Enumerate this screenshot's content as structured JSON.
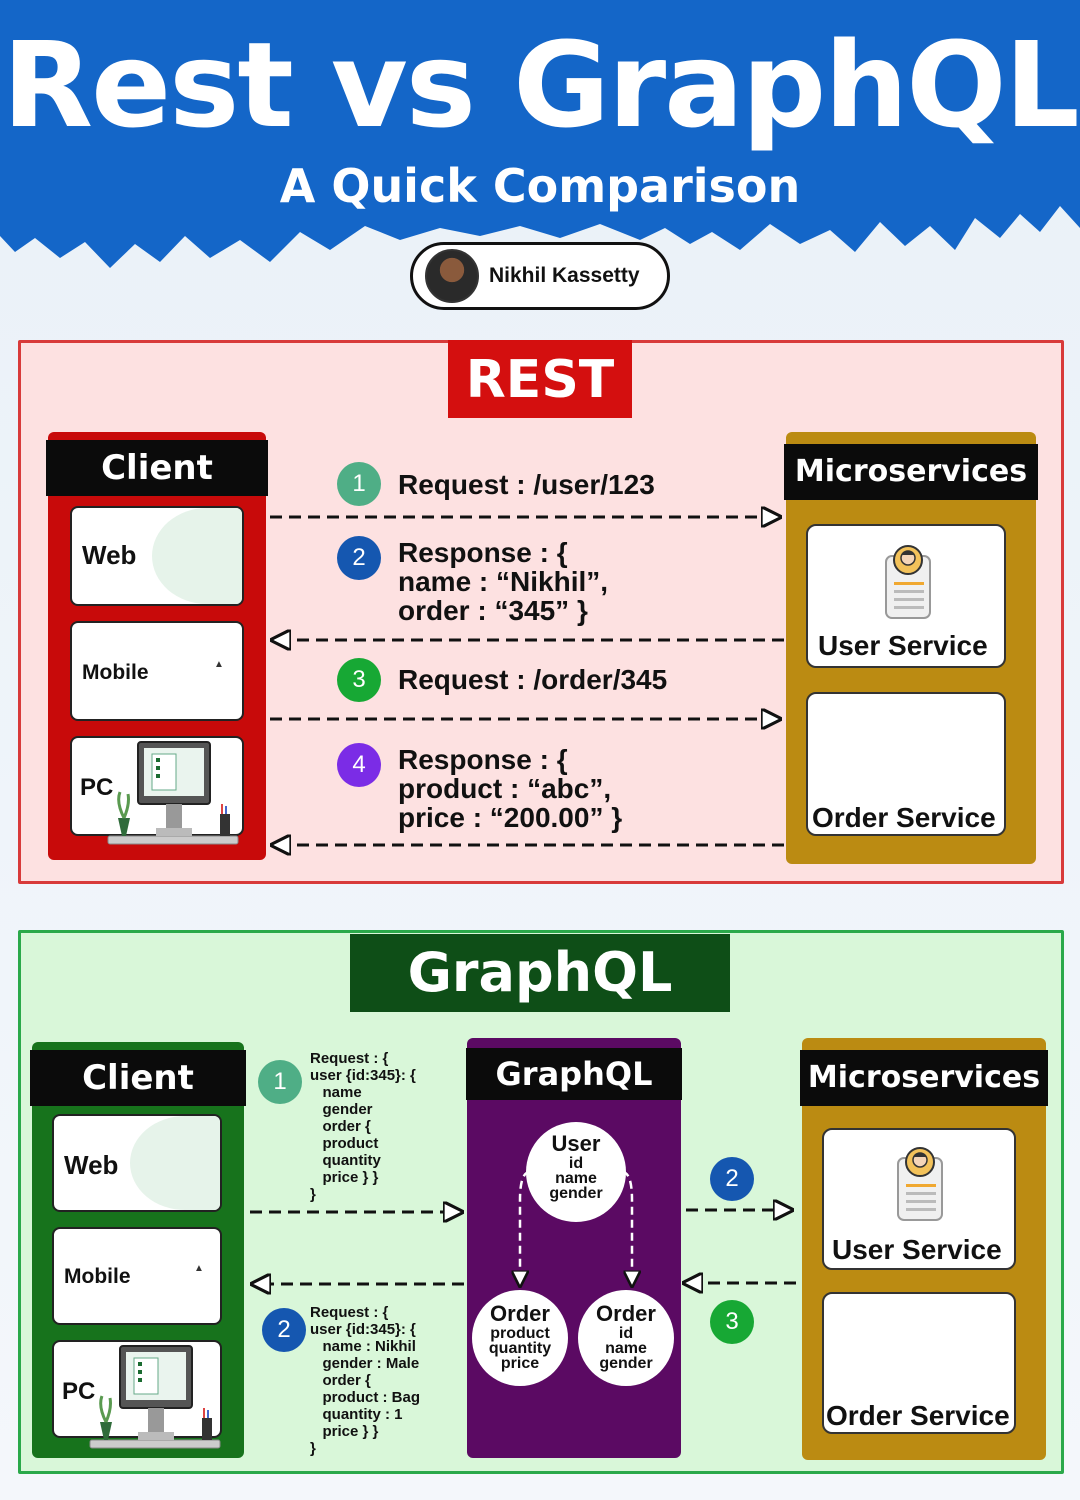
{
  "header": {
    "title": "Rest vs GraphQL",
    "subtitle": "A Quick Comparison",
    "author": "Nikhil Kassetty"
  },
  "colors": {
    "header_blue": "#1466c8",
    "rest_red": "#d40f0f",
    "graphql_green": "#0e4e17",
    "graphql_purple": "#5b0a63",
    "microservices_gold": "#bb8b12",
    "step1": "#4fae86",
    "step2": "#1557b0",
    "step3": "#17a834",
    "step4": "#7b2ce6"
  },
  "rest": {
    "title": "REST",
    "client": {
      "header": "Client",
      "devices": [
        "Web",
        "Mobile",
        "PC"
      ]
    },
    "microservices": {
      "header": "Microservices",
      "services": [
        "User Service",
        "Order Service"
      ]
    },
    "steps": [
      {
        "num": "1",
        "text": "Request : /user/123"
      },
      {
        "num": "2",
        "text": "Response : {\nname : “Nikhil”,\norder : “345” }"
      },
      {
        "num": "3",
        "text": "Request : /order/345"
      },
      {
        "num": "4",
        "text": "Response : {\nproduct : “abc”,\nprice : “200.00” }"
      }
    ]
  },
  "graphql": {
    "title": "GraphQL",
    "client": {
      "header": "Client",
      "devices": [
        "Web",
        "Mobile",
        "PC"
      ]
    },
    "middle": {
      "header": "GraphQL",
      "nodes": [
        {
          "title": "User",
          "fields": "id\nname\ngender"
        },
        {
          "title": "Order",
          "fields": "product\nquantity\nprice"
        },
        {
          "title": "Order",
          "fields": "id\nname\ngender"
        }
      ]
    },
    "microservices": {
      "header": "Microservices",
      "services": [
        "User Service",
        "Order Service"
      ]
    },
    "request": {
      "num": "1",
      "text": "Request : {\nuser {id:345}: {\n   name\n   gender\n   order {\n   product\n   quantity\n   price } }\n}"
    },
    "response": {
      "num": "2",
      "text": "Request : {\nuser {id:345}: {\n   name : Nikhil\n   gender : Male\n   order {\n   product : Bag\n   quantity : 1\n   price } }\n}"
    },
    "right_steps": [
      "2",
      "3"
    ]
  }
}
